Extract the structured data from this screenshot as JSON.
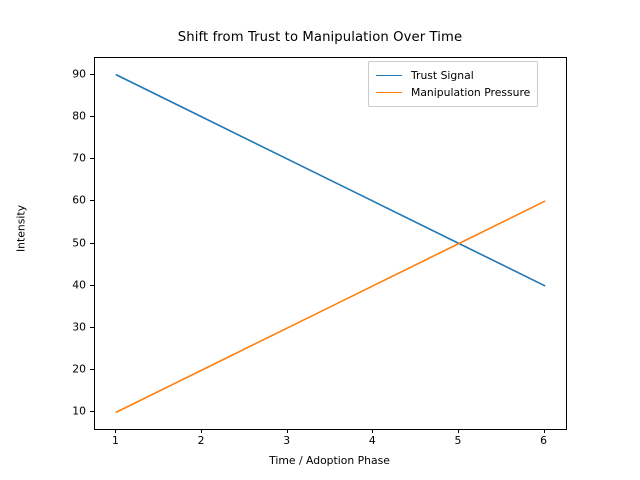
{
  "chart_data": {
    "type": "line",
    "title": "Shift from Trust to Manipulation Over Time",
    "xlabel": "Time / Adoption Phase",
    "ylabel": "Intensity",
    "x": [
      1,
      2,
      3,
      4,
      5,
      6
    ],
    "series": [
      {
        "name": "Trust Signal",
        "color": "#1f77b4",
        "values": [
          90,
          80,
          70,
          60,
          50,
          40
        ]
      },
      {
        "name": "Manipulation Pressure",
        "color": "#ff7f0e",
        "values": [
          10,
          20,
          30,
          40,
          50,
          60
        ]
      }
    ],
    "xticks": [
      "1",
      "2",
      "3",
      "4",
      "5",
      "6"
    ],
    "yticks": [
      "10",
      "20",
      "30",
      "40",
      "50",
      "60",
      "70",
      "80",
      "90"
    ],
    "xlim": [
      0.75,
      6.25
    ],
    "ylim": [
      6.0,
      94.0
    ],
    "grid": false,
    "legend_position": "upper right"
  }
}
